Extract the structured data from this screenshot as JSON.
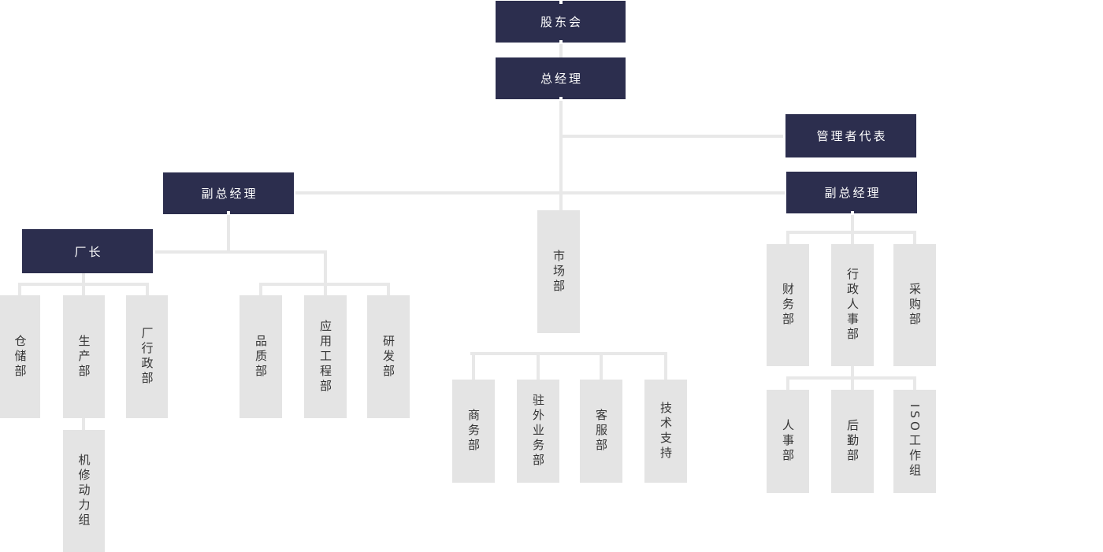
{
  "diagram": {
    "type": "org-chart",
    "background_color": "#ffffff",
    "colors": {
      "leader_box": "#2c2e4e",
      "leader_text": "#ffffff",
      "department_box": "#e4e4e4",
      "department_text": "#353535",
      "connector_line": "#e8e8e8"
    },
    "nodes": [
      {
        "id": "shareholders",
        "label": "股东会",
        "style": "dark",
        "parent": null
      },
      {
        "id": "general-manager",
        "label": "总经理",
        "style": "dark",
        "parent": "shareholders"
      },
      {
        "id": "management-rep",
        "label": "管理者代表",
        "style": "dark",
        "parent": "general-manager"
      },
      {
        "id": "deputy-gm-left",
        "label": "副总经理",
        "style": "dark",
        "parent": "general-manager"
      },
      {
        "id": "deputy-gm-right",
        "label": "副总经理",
        "style": "dark",
        "parent": "general-manager"
      },
      {
        "id": "factory-director",
        "label": "厂长",
        "style": "dark",
        "parent": "deputy-gm-left"
      },
      {
        "id": "warehouse",
        "label": "仓储部",
        "style": "light",
        "parent": "factory-director"
      },
      {
        "id": "production",
        "label": "生产部",
        "style": "light",
        "parent": "factory-director"
      },
      {
        "id": "factory-admin",
        "label": "厂行政部",
        "style": "light",
        "parent": "factory-director"
      },
      {
        "id": "machine-repair",
        "label": "机修动力组",
        "style": "light",
        "parent": "production"
      },
      {
        "id": "quality",
        "label": "品质部",
        "style": "light",
        "parent": "deputy-gm-left"
      },
      {
        "id": "app-engineering",
        "label": "应用工程部",
        "style": "light",
        "parent": "deputy-gm-left"
      },
      {
        "id": "rnd",
        "label": "研发部",
        "style": "light",
        "parent": "deputy-gm-left"
      },
      {
        "id": "marketing",
        "label": "市场部",
        "style": "light",
        "parent": "general-manager"
      },
      {
        "id": "commerce",
        "label": "商务部",
        "style": "light",
        "parent": "marketing"
      },
      {
        "id": "field-sales",
        "label": "驻外业务部",
        "style": "light",
        "parent": "marketing"
      },
      {
        "id": "customer-service",
        "label": "客服部",
        "style": "light",
        "parent": "marketing"
      },
      {
        "id": "tech-support",
        "label": "技术支持",
        "style": "light",
        "parent": "marketing"
      },
      {
        "id": "finance",
        "label": "财务部",
        "style": "light",
        "parent": "deputy-gm-right"
      },
      {
        "id": "admin-hr",
        "label": "行政人事部",
        "style": "light",
        "parent": "deputy-gm-right"
      },
      {
        "id": "purchasing",
        "label": "采购部",
        "style": "light",
        "parent": "deputy-gm-right"
      },
      {
        "id": "hr",
        "label": "人事部",
        "style": "light",
        "parent": "admin-hr"
      },
      {
        "id": "logistics",
        "label": "后勤部",
        "style": "light",
        "parent": "admin-hr"
      },
      {
        "id": "iso-workgroup",
        "label": "ISO工作组",
        "style": "light",
        "parent": "admin-hr"
      }
    ]
  }
}
